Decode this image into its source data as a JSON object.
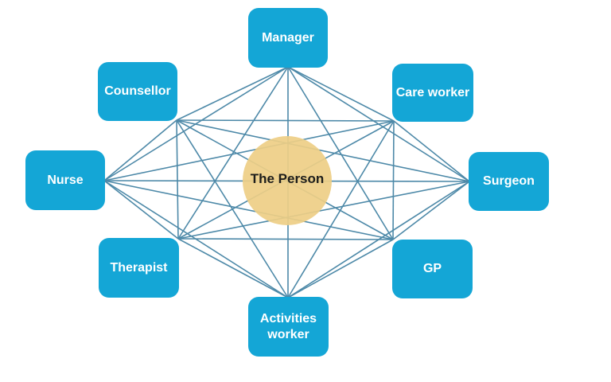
{
  "diagram": {
    "center": {
      "label": "The Person"
    },
    "nodes": [
      {
        "id": "manager",
        "label": "Manager"
      },
      {
        "id": "care-worker",
        "label": "Care worker"
      },
      {
        "id": "surgeon",
        "label": "Surgeon"
      },
      {
        "id": "gp",
        "label": "GP"
      },
      {
        "id": "activities-worker",
        "label": "Activities worker"
      },
      {
        "id": "therapist",
        "label": "Therapist"
      },
      {
        "id": "nurse",
        "label": "Nurse"
      },
      {
        "id": "counsellor",
        "label": "Counsellor"
      }
    ],
    "connections": {
      "type": "complete-graph",
      "node_count": 8,
      "description": "every role box is connected to every other role box by a straight line"
    },
    "colors": {
      "node_fill": "#14a6d6",
      "node_text": "#ffffff",
      "line": "#4d89a8",
      "center_fill": "#f0d392",
      "center_text": "#1d1d1b",
      "background": "#ffffff"
    }
  }
}
